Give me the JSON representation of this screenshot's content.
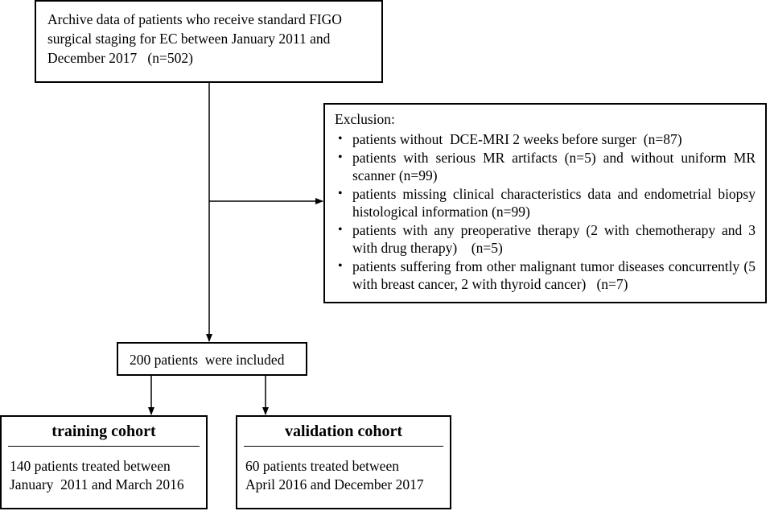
{
  "archive": {
    "lines": [
      "Archive data of patients who receive standard FIGO",
      "surgical staging for EC between January 2011 and",
      "December 2017   (n=502)"
    ]
  },
  "exclusion": {
    "title": "Exclusion:",
    "items": [
      "patients without  DCE-MRI 2 weeks before surger  (n=87)",
      "patients with serious MR artifacts (n=5) and without uniform MR scanner (n=99)",
      "patients missing clinical characteristics data and endometrial biopsy histological information (n=99)",
      "patients with any preoperative therapy (2 with chemotherapy and 3 with drug therapy)    (n=5)",
      "patients suffering from other malignant tumor diseases concurrently (5 with breast cancer, 2 with thyroid cancer)   (n=7)"
    ]
  },
  "included": {
    "label": "200 patients  were included"
  },
  "training": {
    "heading": "training cohort",
    "lines": [
      "140 patients treated between",
      "January  2011 and March 2016"
    ]
  },
  "validation": {
    "heading": "validation cohort",
    "lines": [
      "60 patients treated between",
      "April 2016 and December 2017"
    ]
  }
}
